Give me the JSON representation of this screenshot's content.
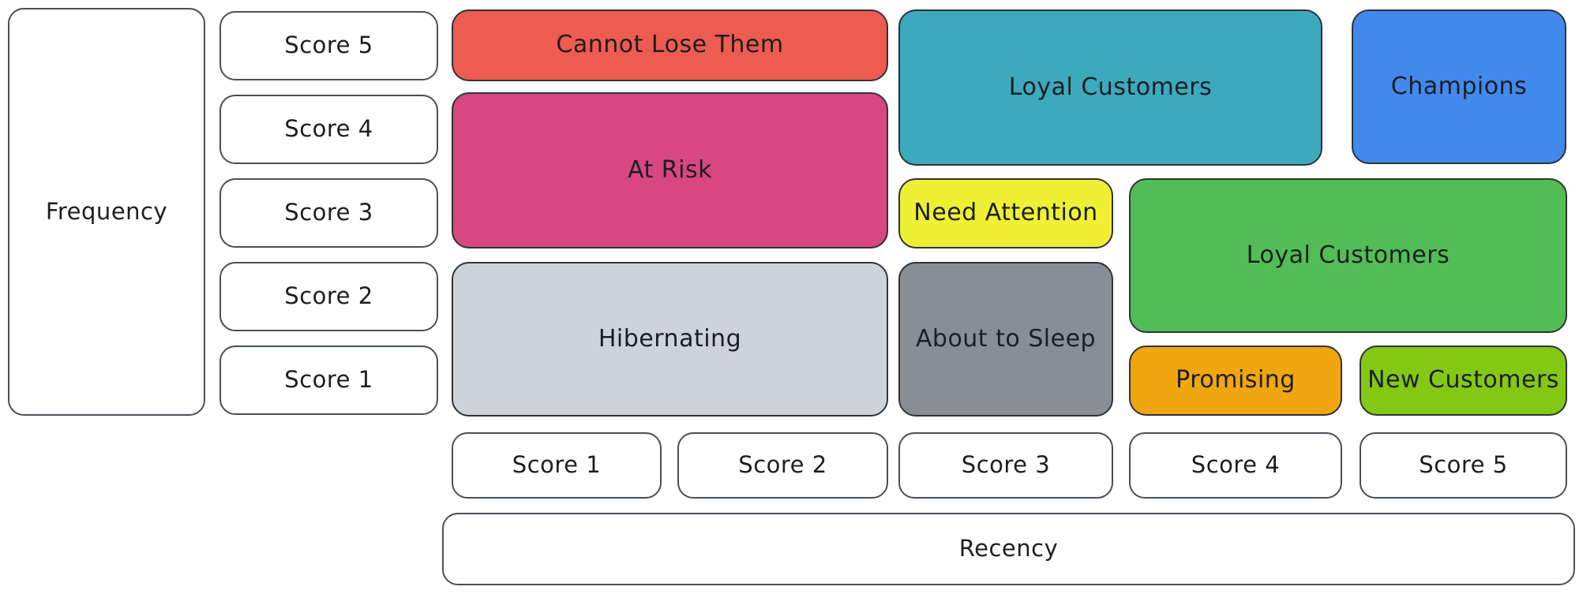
{
  "matrix": {
    "frequency_axis": {
      "label": "Frequency",
      "scores": [
        "Score 5",
        "Score 4",
        "Score 3",
        "Score 2",
        "Score 1"
      ]
    },
    "recency_axis": {
      "label": "Recency",
      "scores": [
        "Score 1",
        "Score 2",
        "Score 3",
        "Score 4",
        "Score 5"
      ]
    },
    "segments": [
      {
        "label": "Cannot Lose Them",
        "color": "#ee5b51",
        "recency_scores": "1-2",
        "frequency_scores": "5"
      },
      {
        "label": "At Risk",
        "color": "#d8487f",
        "recency_scores": "1-2",
        "frequency_scores": "3-4"
      },
      {
        "label": "Hibernating",
        "color": "#ced3da",
        "recency_scores": "1-2",
        "frequency_scores": "1-2"
      },
      {
        "label": "Loyal Customers",
        "color": "#3da9bd",
        "recency_scores": "3-4",
        "frequency_scores": "4-5"
      },
      {
        "label": "Champions",
        "color": "#4189ec",
        "recency_scores": "5",
        "frequency_scores": "4-5"
      },
      {
        "label": "Need Attention",
        "color": "#eff033",
        "recency_scores": "3",
        "frequency_scores": "3"
      },
      {
        "label": "About to Sleep",
        "color": "#878e96",
        "recency_scores": "3",
        "frequency_scores": "1-2"
      },
      {
        "label": "Loyal Customers",
        "color": "#52bd55",
        "recency_scores": "4-5",
        "frequency_scores": "2-3"
      },
      {
        "label": "Promising",
        "color": "#f0a60e",
        "recency_scores": "4",
        "frequency_scores": "1"
      },
      {
        "label": "New Customers",
        "color": "#84c814",
        "recency_scores": "5",
        "frequency_scores": "1"
      }
    ]
  }
}
